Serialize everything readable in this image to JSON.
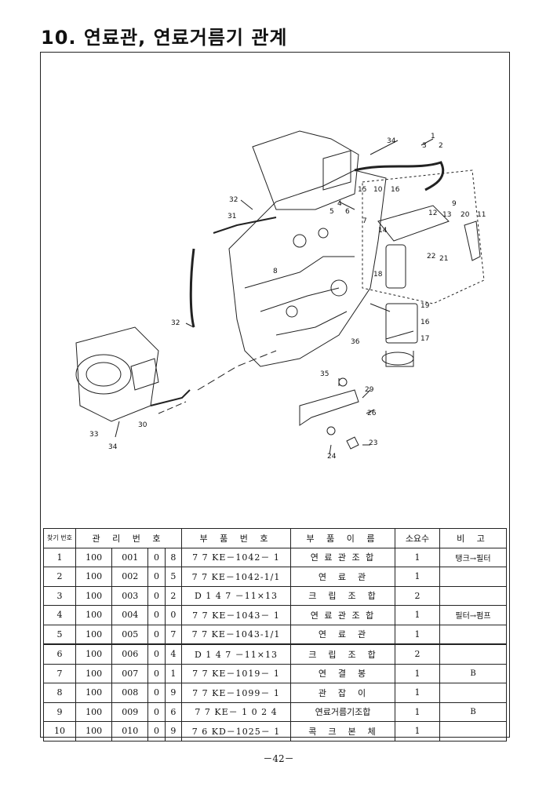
{
  "title": "10. 연료관, 연료거름기 관계",
  "callouts": [
    "34",
    "1",
    "3",
    "2",
    "15",
    "10",
    "16",
    "9",
    "32",
    "31",
    "4",
    "5",
    "6",
    "12",
    "13",
    "20",
    "11",
    "7",
    "14",
    "22",
    "21",
    "8",
    "18",
    "19",
    "32",
    "16",
    "36",
    "17",
    "35",
    "29",
    "26",
    "33",
    "30",
    "34",
    "24",
    "23"
  ],
  "table": {
    "headers": {
      "no": "찾기\n번호",
      "mgmt": "관 리 번 호",
      "part_no": "부 품 번 호",
      "name": "부 품 이 름",
      "qty": "소요수",
      "remark": "비 고"
    },
    "rows": [
      {
        "no": "1",
        "m1": "100",
        "m2": "001",
        "m3": "0",
        "m4": "8",
        "part_no": "7 7 KE－1042－ 1",
        "name": "연 료 관 조 합",
        "qty": "1",
        "remark": "탱크→필터"
      },
      {
        "no": "2",
        "m1": "100",
        "m2": "002",
        "m3": "0",
        "m4": "5",
        "part_no": "7 7 KE－1042-1/1",
        "name": "연　료　관",
        "qty": "1",
        "remark": ""
      },
      {
        "no": "3",
        "m1": "100",
        "m2": "003",
        "m3": "0",
        "m4": "2",
        "part_no": "D 1 4 7 －11×13",
        "name": "크　립　조　합",
        "qty": "2",
        "remark": ""
      },
      {
        "no": "4",
        "m1": "100",
        "m2": "004",
        "m3": "0",
        "m4": "0",
        "part_no": "7 7 KE－1043－ 1",
        "name": "연 료 관 조 합",
        "qty": "1",
        "remark": "필터→펌프"
      },
      {
        "no": "5",
        "m1": "100",
        "m2": "005",
        "m3": "0",
        "m4": "7",
        "part_no": "7 7 KE－1043-1/1",
        "name": "연　료　관",
        "qty": "1",
        "remark": ""
      },
      {
        "no": "6",
        "m1": "100",
        "m2": "006",
        "m3": "0",
        "m4": "4",
        "part_no": "D 1 4 7 －11×13",
        "name": "크　립　조　합",
        "qty": "2",
        "remark": ""
      },
      {
        "no": "7",
        "m1": "100",
        "m2": "007",
        "m3": "0",
        "m4": "1",
        "part_no": "7 7 KE－1019－ 1",
        "name": "연　결　봉",
        "qty": "1",
        "remark": "B"
      },
      {
        "no": "8",
        "m1": "100",
        "m2": "008",
        "m3": "0",
        "m4": "9",
        "part_no": "7 7 KE－1099－ 1",
        "name": "관　잡　이",
        "qty": "1",
        "remark": ""
      },
      {
        "no": "9",
        "m1": "100",
        "m2": "009",
        "m3": "0",
        "m4": "6",
        "part_no": "7 7 KE－ 1 0 2 4",
        "name": "연료거름기조합",
        "qty": "1",
        "remark": "B"
      },
      {
        "no": "10",
        "m1": "100",
        "m2": "010",
        "m3": "0",
        "m4": "9",
        "part_no": "7 6 KD－1025－ 1",
        "name": "콕　크　본　체",
        "qty": "1",
        "remark": ""
      }
    ]
  },
  "page_number": "－42－"
}
